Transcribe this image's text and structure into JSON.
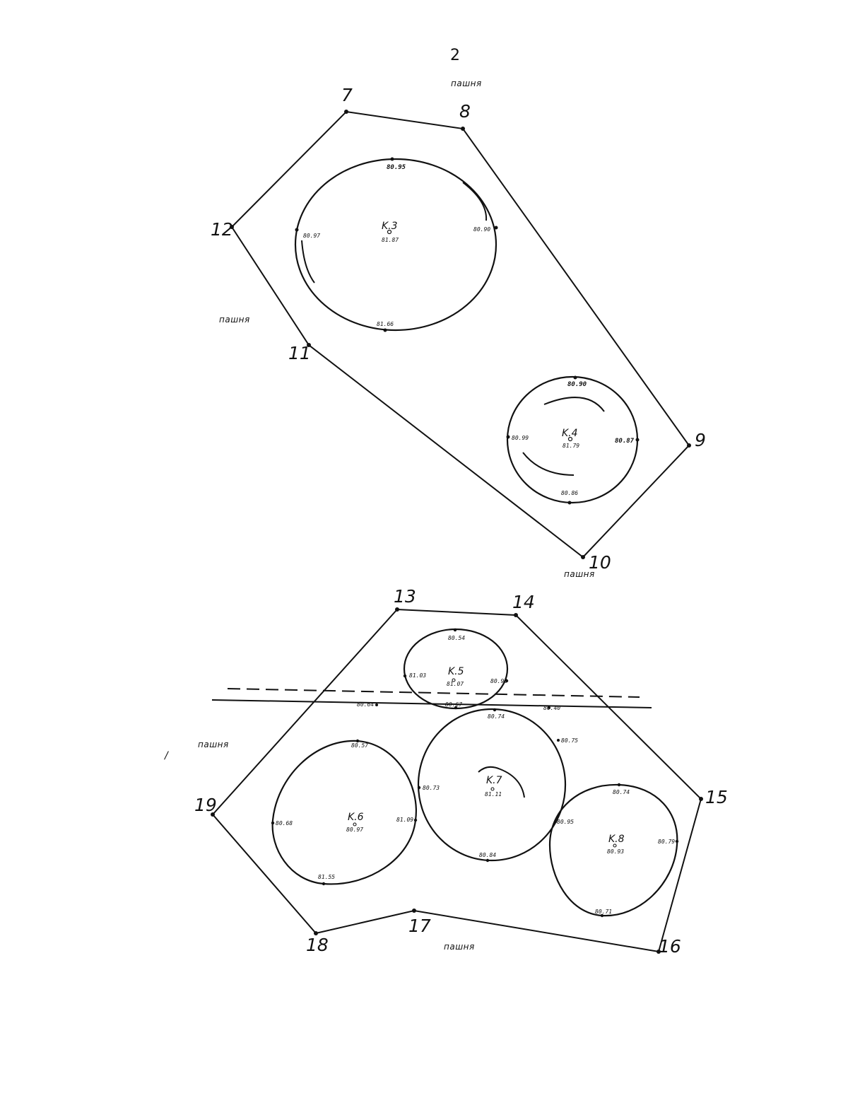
{
  "page_number": "2",
  "land_label": "пашня",
  "stray_mark": "/",
  "upper_plot": {
    "vertices": [
      "7",
      "8",
      "9",
      "10",
      "11",
      "12"
    ],
    "contours": [
      {
        "id": "K.3",
        "center": "81.87",
        "points": [
          "80.95",
          "80.90",
          "81.66",
          "80.97"
        ]
      },
      {
        "id": "K.4",
        "center": "81.79",
        "points": [
          "80.90",
          "80.87",
          "80.86",
          "80.99"
        ]
      }
    ]
  },
  "lower_plot": {
    "vertices": [
      "13",
      "14",
      "15",
      "16",
      "17",
      "18",
      "19"
    ],
    "contours": [
      {
        "id": "K.5",
        "center": "81.07",
        "points": [
          "80.54",
          "80.98",
          "80.67",
          "81.03"
        ]
      },
      {
        "id": "K.6",
        "center": "80.97",
        "points": [
          "80.57",
          "81.09",
          "81.55",
          "80.68"
        ]
      },
      {
        "id": "K.7",
        "center": "81.11",
        "points": [
          "80.74",
          "80.73",
          "80.84"
        ]
      },
      {
        "id": "K.8",
        "center": "80.93",
        "points": [
          "80.74",
          "80.79",
          "80.71",
          "80.95"
        ]
      }
    ],
    "road_points": [
      "80.64",
      "80.40",
      "80.75"
    ]
  }
}
